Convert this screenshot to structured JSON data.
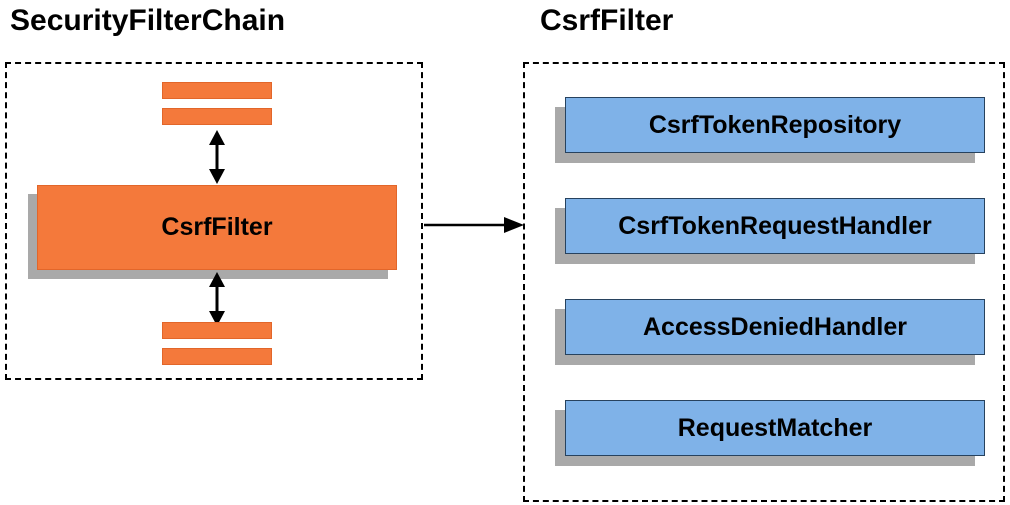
{
  "left_panel": {
    "title": "SecurityFilterChain",
    "csrf_filter_label": "CsrfFilter"
  },
  "right_panel": {
    "title": "CsrfFilter",
    "components": [
      "CsrfTokenRepository",
      "CsrfTokenRequestHandler",
      "AccessDeniedHandler",
      "RequestMatcher"
    ]
  },
  "colors": {
    "orange": "#F4793B",
    "blue": "#7FB2E8",
    "shadow": "#A9A9A9",
    "border_dashed": "#000000"
  }
}
